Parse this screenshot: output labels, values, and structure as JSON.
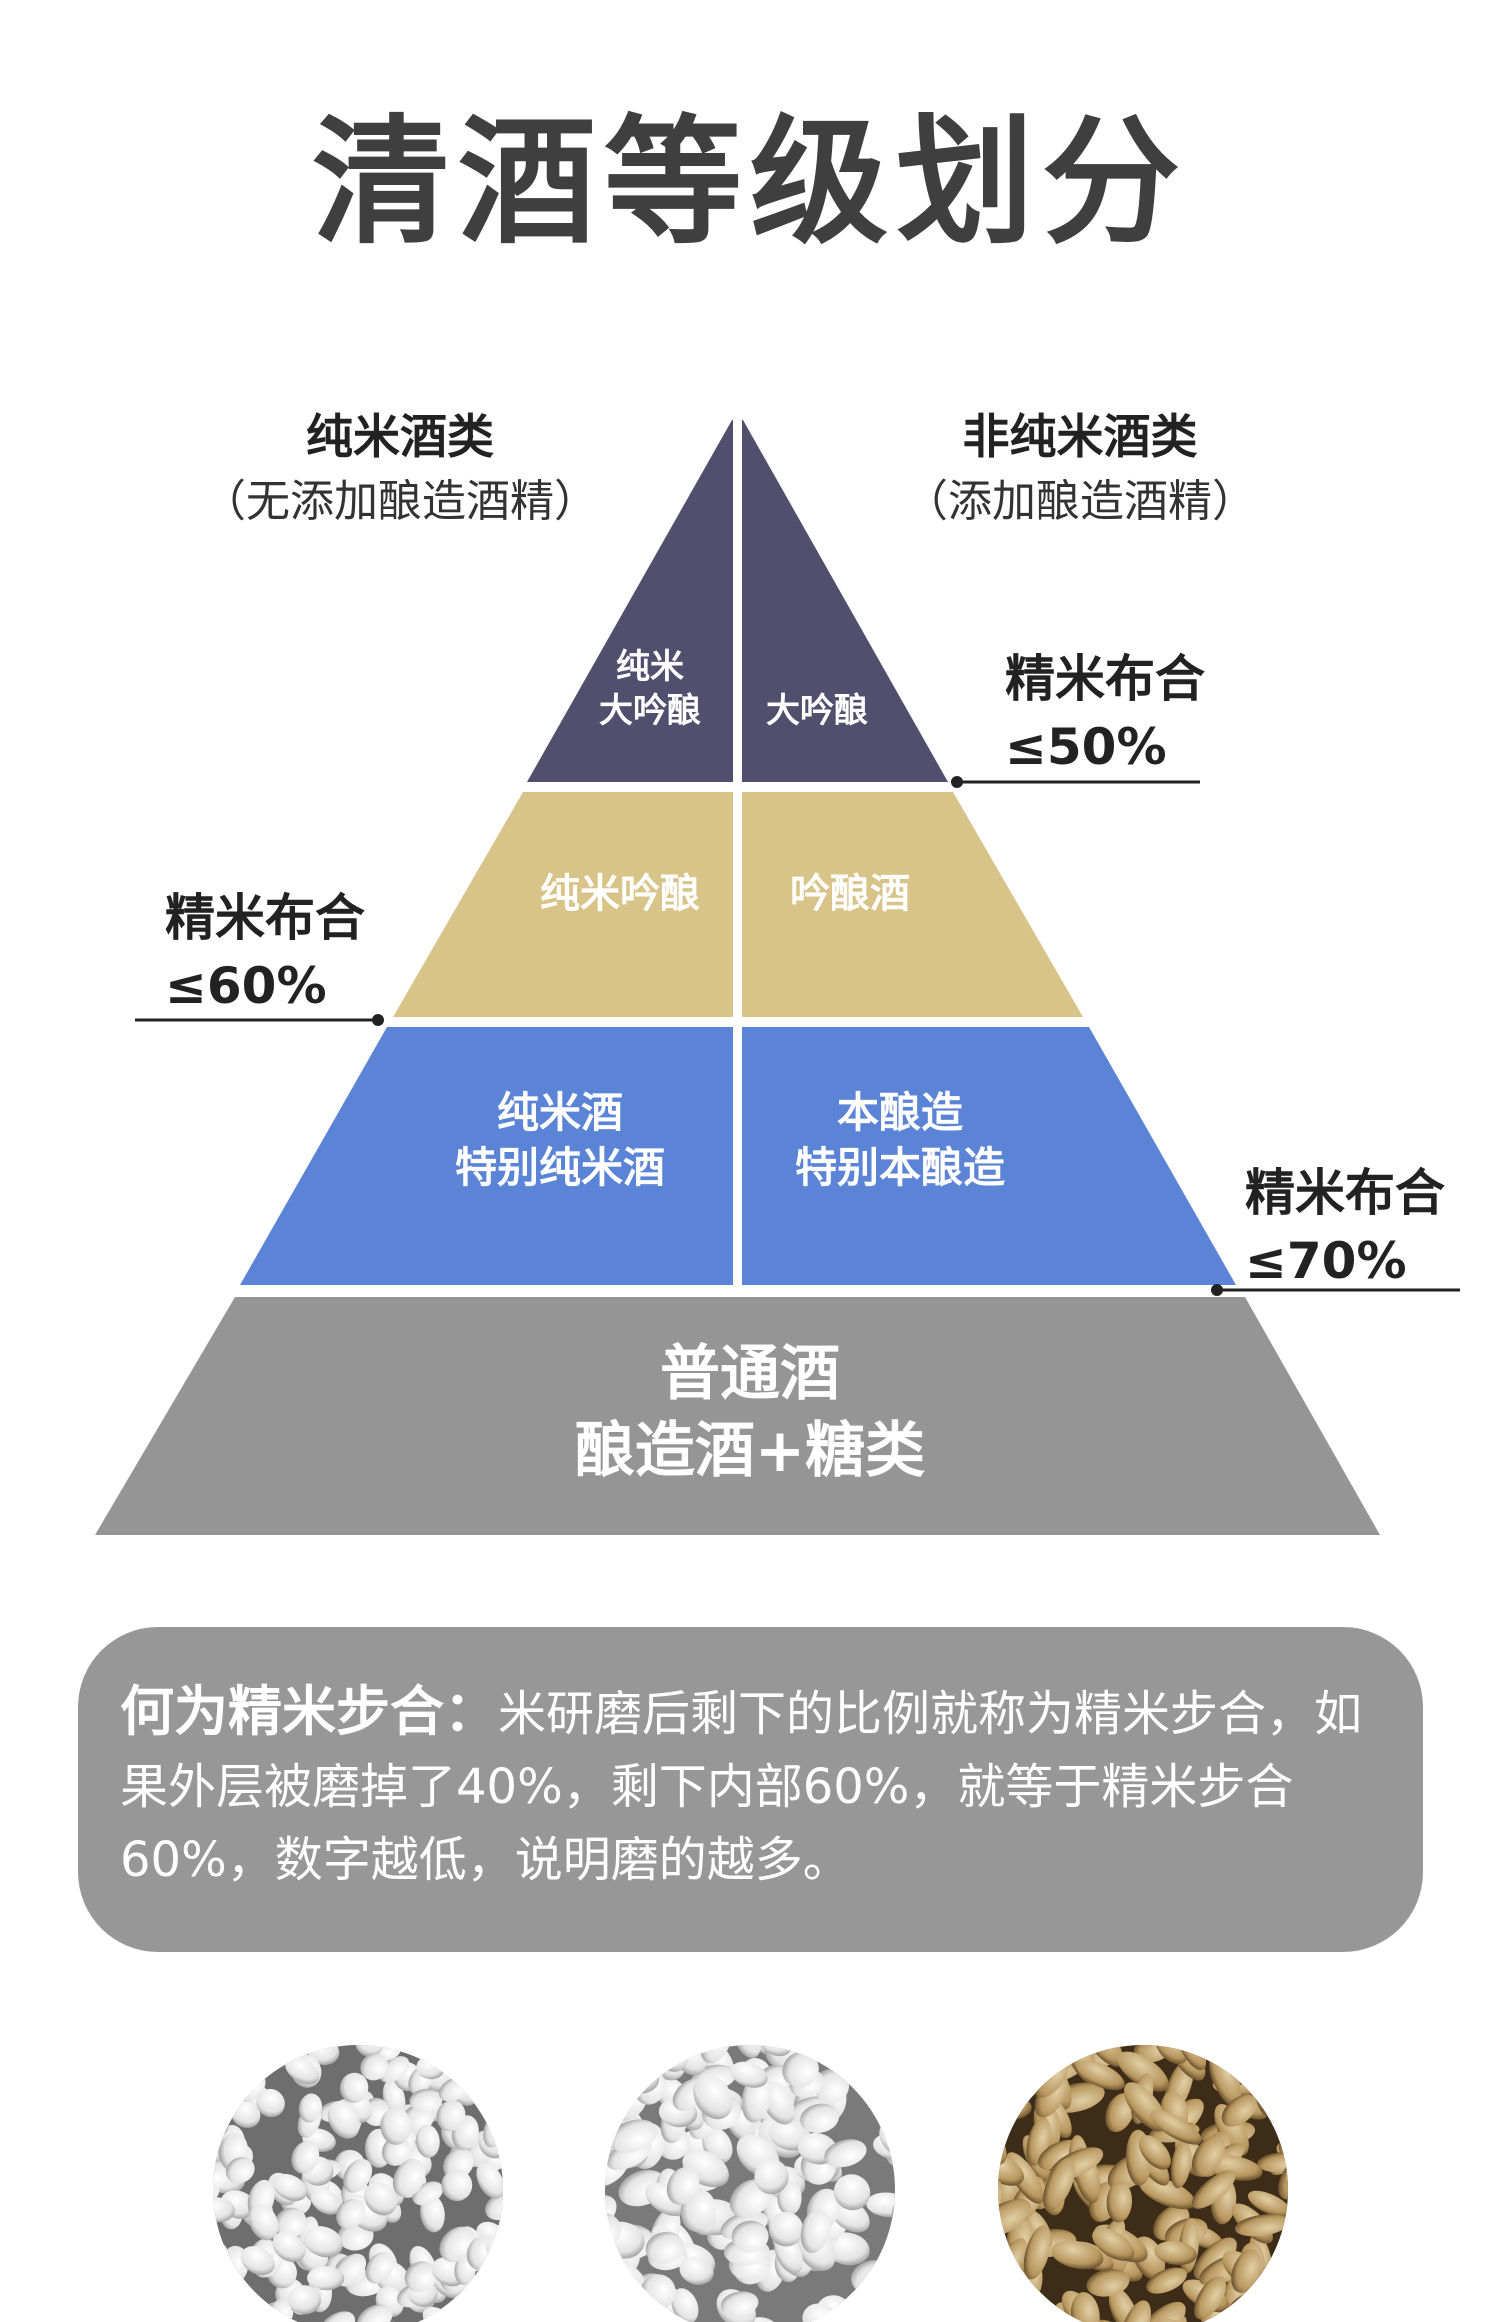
{
  "title": "清酒等级划分",
  "categories": {
    "left": {
      "title": "纯米酒类",
      "sub": "（无添加酿造酒精）"
    },
    "right": {
      "title": "非纯米酒类",
      "sub": "（添加酿造酒精）"
    }
  },
  "tiers": {
    "top": {
      "left": [
        "纯米",
        "大吟酿"
      ],
      "right": [
        "大吟酿"
      ],
      "color": "#524e6e"
    },
    "second": {
      "left": "纯米吟酿",
      "right": "吟酿酒",
      "color": "#d8c488"
    },
    "third": {
      "left": [
        "纯米酒",
        "特别纯米酒"
      ],
      "right": [
        "本酿造",
        "特别本酿造"
      ],
      "color": "#5b83d6"
    },
    "base": {
      "lines": [
        "普通酒",
        "酿造酒+糖类"
      ],
      "color": "#959595"
    }
  },
  "polish_labels": {
    "p50": {
      "name": "精米布合",
      "value": "≤50%"
    },
    "p60": {
      "name": "精米布合",
      "value": "≤60%"
    },
    "p70": {
      "name": "精米布合",
      "value": "≤70%"
    }
  },
  "explanation": {
    "heading": "何为精米步合：",
    "text": "米研磨后剩下的比例就称为精米步合，如果外层被磨掉了40%，剩下内部60%，就等于精米步合60%，数字越低，说明磨的越多。"
  },
  "rice_images": [
    "rice-white-polished-icon",
    "rice-white-icon",
    "rice-brown-icon"
  ]
}
